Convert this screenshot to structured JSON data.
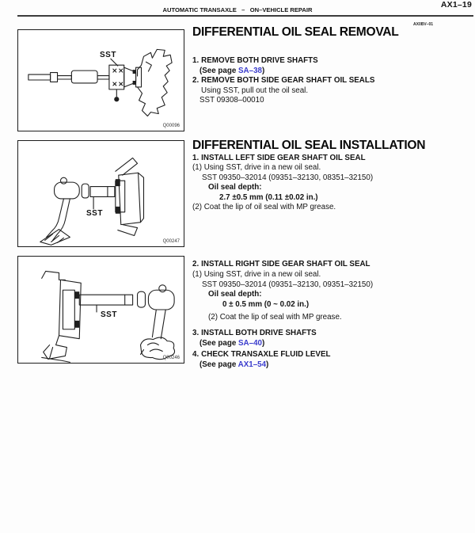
{
  "page": {
    "number": "AX1–19",
    "header": "AUTOMATIC TRANSAXLE   –   ON–VEHICLE REPAIR"
  },
  "removal": {
    "title": "DIFFERENTIAL OIL SEAL REMOVAL",
    "title_code": "AX0BV–01",
    "step1_num": "1.",
    "step1_label": "REMOVE BOTH DRIVE SHAFTS",
    "step1_ref_prefix": "(See page ",
    "step1_ref_link": "SA–38",
    "step1_ref_suffix": ")",
    "step2_num": "2.",
    "step2_label": "REMOVE BOTH SIDE GEAR SHAFT OIL SEALS",
    "step2_text": "Using SST, pull out the oil seal.",
    "step2_sst": "SST 09308–00010"
  },
  "installation": {
    "title": "DIFFERENTIAL OIL SEAL INSTALLATION",
    "step1_num": "1.",
    "step1_label": "INSTALL LEFT SIDE GEAR SHAFT OIL SEAL",
    "step1_sub1": "(1) Using SST, drive in a new oil seal.",
    "step1_sst": "SST 09350–32014 (09351–32130, 08351–32150)",
    "step1_depth_label": "Oil seal depth:",
    "step1_depth_value": "2.7 ±0.5 mm (0.11 ±0.02 in.)",
    "step1_sub2": "(2) Coat the lip of oil seal with MP grease.",
    "step2_num": "2.",
    "step2_label": "INSTALL RIGHT SIDE GEAR SHAFT OIL SEAL",
    "step2_sub1": "(1) Using SST, drive in a new oil seal.",
    "step2_sst": "SST 09350–32014 (09351–32130, 09351–32150)",
    "step2_depth_label": "Oil seal depth:",
    "step2_depth_value": "0 ± 0.5 mm (0 ~ 0.02 in.)",
    "step2_sub2": "(2) Coat the lip of seal with MP grease.",
    "step3_num": "3.",
    "step3_label": "INSTALL BOTH DRIVE SHAFTS",
    "step3_ref_prefix": "(See page ",
    "step3_ref_link": "SA–40",
    "step3_ref_suffix": ")",
    "step4_num": "4.",
    "step4_label": "CHECK TRANSAXLE FLUID LEVEL",
    "step4_ref_prefix": "(See page ",
    "step4_ref_link": "AX1–54",
    "step4_ref_suffix": ")"
  },
  "figures": {
    "fig1": {
      "sst_label": "SST",
      "code": "Q00096"
    },
    "fig2": {
      "sst_label": "SST",
      "code": "Q00247"
    },
    "fig3": {
      "sst_label": "SST",
      "code": "Q00246"
    }
  },
  "colors": {
    "link_blue": "#3a3ccd",
    "text_black": "#141414"
  }
}
